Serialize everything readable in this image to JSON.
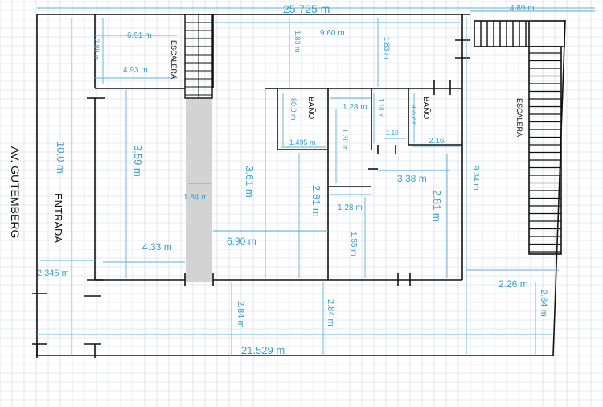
{
  "colors": {
    "grid": "#cfd6e6",
    "dimension": "#3a9fc7",
    "wall": "#111111",
    "column": "#d3d3d3"
  },
  "labels": {
    "street": "AV. GUTEMBERG",
    "entrance": "ENTRADA",
    "stair_left": "ESCALERA",
    "stair_right": "ESCALERA",
    "bath_1": "BAÑO",
    "bath_2": "BAÑO"
  },
  "dimensions": {
    "top_total": "25.725 m",
    "top_right": "4.89 m",
    "top_span": "9.60 m",
    "room_width": "6.91 m",
    "room_height": "2.89 m",
    "room_inner": "4.93 m",
    "h183_left": "1.83 m",
    "h183_right": "1.83 m",
    "total_height": "10.0 m",
    "bath1_depth": "80.0 m",
    "bath1_width": "1.495 m",
    "bath2_width_a": "1.28 m",
    "bath2_h": "1.10 m",
    "bath2_depth": "955 cm",
    "h130": "1.30 m",
    "w110": "1.10",
    "w216": "2.16",
    "h359": "3.59 m",
    "h361": "3.61 m",
    "column_width": "1.84 m",
    "w338": "3.38 m",
    "h281_a": "2.81 m",
    "h281_b": "2.81 m",
    "w128_b": "1.28 m",
    "h155": "1.55 m",
    "w433": "4.33 m",
    "w690": "6.90 m",
    "w2345": "2.345 m",
    "h934": "9.34 m",
    "w226": "2.26 m",
    "h284_a": "2.84 m",
    "h284_b": "2.84 m",
    "h284_c": "2.84 m",
    "bottom_total": "21.529 m"
  }
}
